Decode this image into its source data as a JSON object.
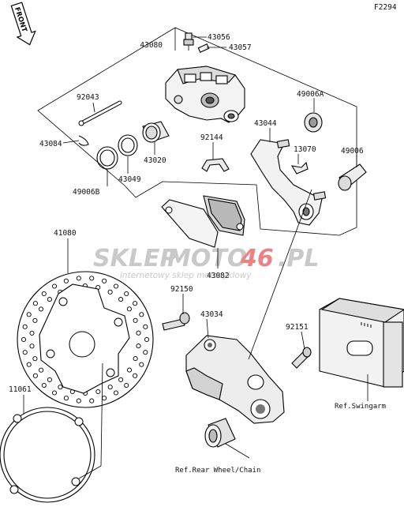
{
  "figure_code": "F2294",
  "front_badge": "FRONT",
  "watermark": {
    "brand_left": "SKLEP",
    "brand_mid": "MOTO",
    "brand_num": "46",
    "brand_tld": ".PL",
    "tagline": "internetowy sklep motocyklowy",
    "color_gray": "#b8b8b8",
    "color_red": "#e35a5a"
  },
  "parts": {
    "p43080": "43080",
    "p43056": "43056",
    "p43057": "43057",
    "p92043": "92043",
    "p49006A": "49006A",
    "p43044": "43044",
    "p43084": "43084",
    "p92144": "92144",
    "p13070": "13070",
    "p49006": "49006",
    "p43020": "43020",
    "p43049": "43049",
    "p49006B": "49006B",
    "p41080": "41080",
    "p43082": "43082",
    "p92150": "92150",
    "p43034": "43034",
    "p92151": "92151",
    "p11061": "11061"
  },
  "refs": {
    "swingarm": "Ref.Swingarm",
    "rear_wheel": "Ref.Rear Wheel/Chain"
  }
}
